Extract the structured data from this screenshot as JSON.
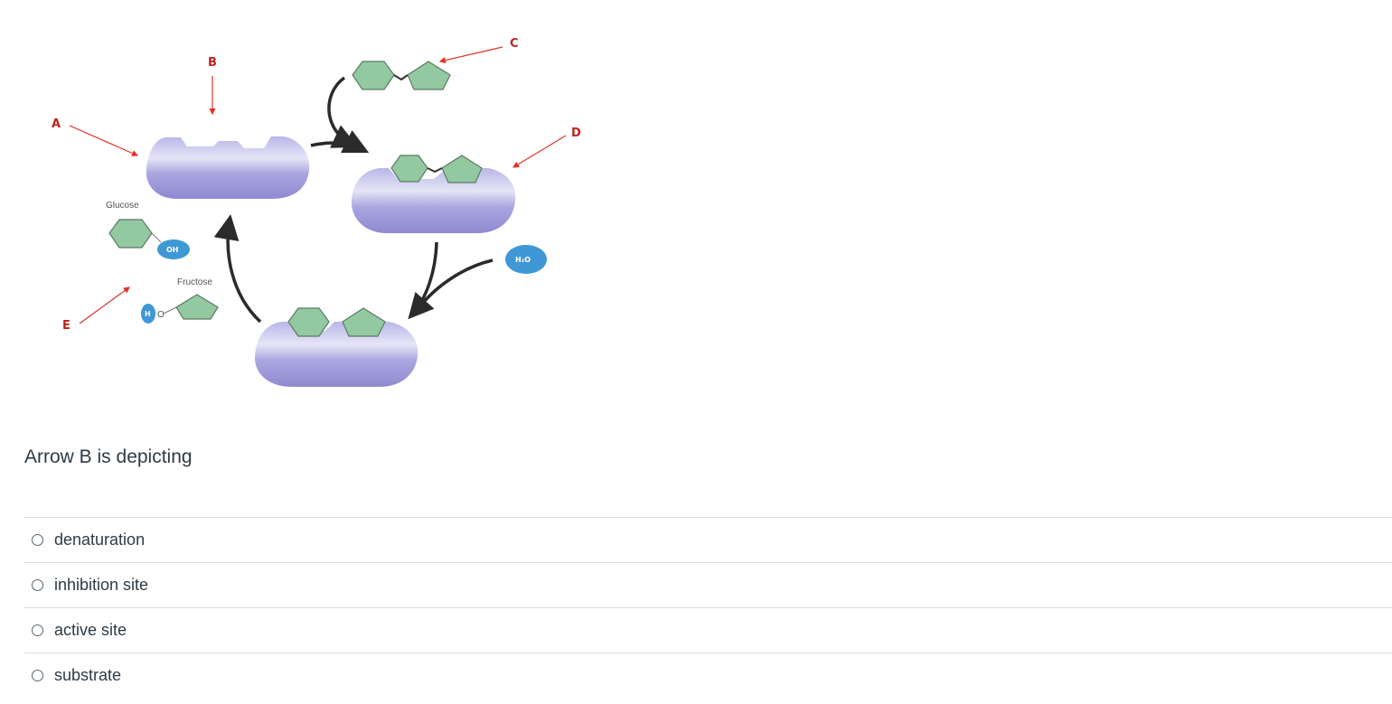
{
  "diagram": {
    "labels": {
      "a": "A",
      "b": "B",
      "c": "C",
      "d": "D",
      "e": "E"
    },
    "glucose_label": "Glucose",
    "fructose_label": "Fructose",
    "oh_label": "OH",
    "h_label": "H",
    "o_label": "O",
    "water_label": "H₂O",
    "colors": {
      "enzyme": "#9d99d9",
      "sugar": "#93c9a1",
      "ion": "#3f97d6",
      "pointer": "#e0322b",
      "cycle_arrow": "#2b2b2b"
    }
  },
  "question": {
    "text": "Arrow B is depicting"
  },
  "answers": [
    {
      "label": "denaturation"
    },
    {
      "label": "inhibition site"
    },
    {
      "label": "active site"
    },
    {
      "label": "substrate"
    }
  ]
}
